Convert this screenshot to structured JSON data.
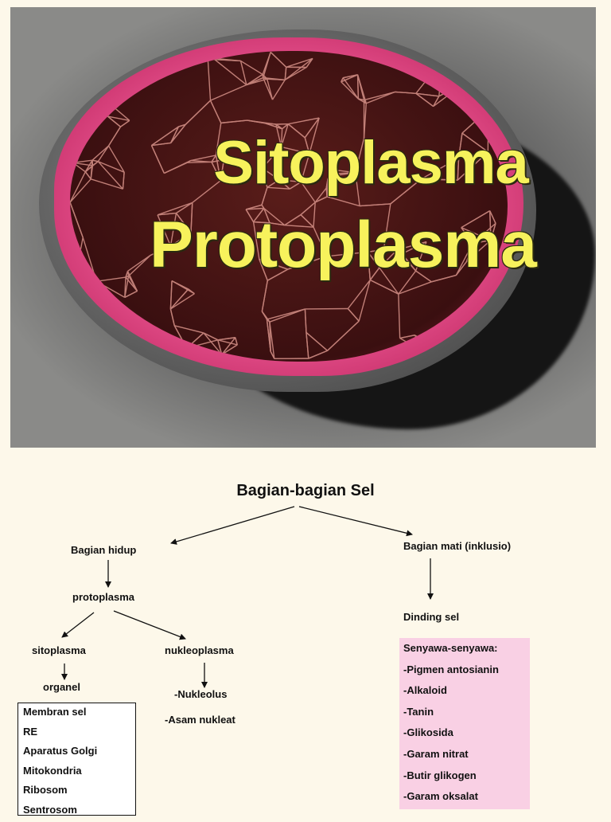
{
  "photo": {
    "title_line1": "Sitoplasma",
    "title_line2": "Protoplasma"
  },
  "diagram": {
    "title": "Bagian-bagian Sel",
    "bagian_hidup": "Bagian hidup",
    "bagian_mati": "Bagian mati (inklusio)",
    "protoplasma": "protoplasma",
    "sitoplasma": "sitoplasma",
    "nukleoplasma": "nukleoplasma",
    "organel": "organel",
    "nukleolus": "-Nukleolus",
    "asam_nukleat": "-Asam nukleat",
    "dinding_sel": "Dinding sel",
    "organel_list": [
      "Membran sel",
      "RE",
      "Aparatus Golgi",
      "Mitokondria",
      "Ribosom",
      "Sentrosom"
    ],
    "senyawa_list": [
      "Senyawa-senyawa:",
      "-Pigmen antosianin",
      "-Alkaloid",
      "-Tanin",
      "-Glikosida",
      "-Garam nitrat",
      "-Butir glikogen",
      "-Garam oksalat"
    ]
  },
  "colors": {
    "background": "#fdf8ea",
    "title_yellow": "#f7f25c",
    "pink_box": "#f9d0e4",
    "membrane_pink": "#e04b86"
  }
}
